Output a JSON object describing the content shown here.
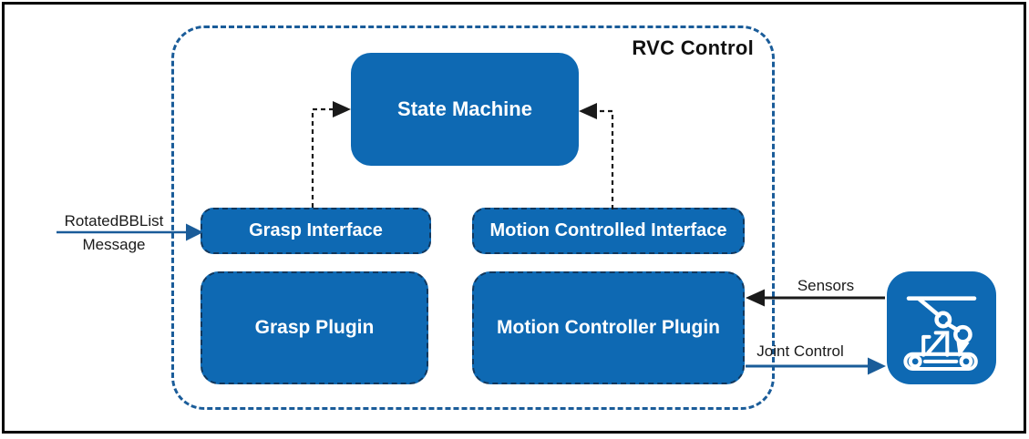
{
  "colors": {
    "box_fill": "#0E69B3",
    "accent_blue": "#1A5C99",
    "node_dash": "#12375C",
    "ink": "#1A1A1A",
    "node_text": "#FFFFFF"
  },
  "container": {
    "title": "RVC Control"
  },
  "nodes": {
    "state_machine": {
      "label": "State Machine"
    },
    "grasp_interface": {
      "label": "Grasp Interface"
    },
    "motion_controlled_interface": {
      "label": "Motion Controlled Interface"
    },
    "grasp_plugin": {
      "label": "Grasp Plugin"
    },
    "motion_controller_plugin": {
      "label": "Motion Controller Plugin"
    }
  },
  "labels": {
    "input_line1": "RotatedBBList",
    "input_line2": "Message",
    "sensors": "Sensors",
    "joint_control": "Joint Control"
  },
  "icons": {
    "robot": "robot-arm-conveyor-icon"
  }
}
